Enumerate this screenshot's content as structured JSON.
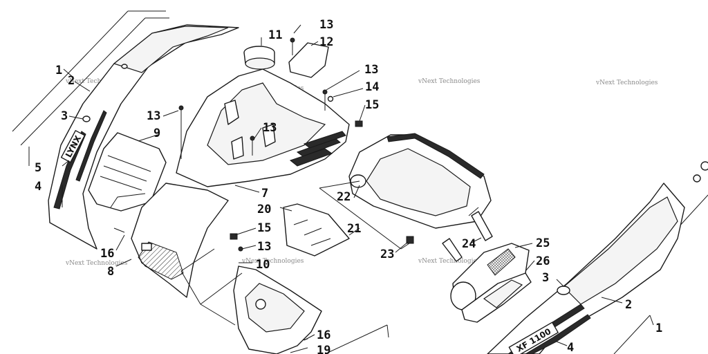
{
  "watermark": "vNext Technologies",
  "badges": {
    "left_brand": "LYNX",
    "right_model": "XF 1100"
  },
  "callouts": [
    {
      "id": "c1a",
      "label": "1"
    },
    {
      "id": "c2a",
      "label": "2"
    },
    {
      "id": "c3a",
      "label": "3"
    },
    {
      "id": "c4a",
      "label": "4"
    },
    {
      "id": "c5",
      "label": "5"
    },
    {
      "id": "c7",
      "label": "7"
    },
    {
      "id": "c8",
      "label": "8"
    },
    {
      "id": "c9",
      "label": "9"
    },
    {
      "id": "c10",
      "label": "10"
    },
    {
      "id": "c11",
      "label": "11"
    },
    {
      "id": "c12",
      "label": "12"
    },
    {
      "id": "c13a",
      "label": "13"
    },
    {
      "id": "c13b",
      "label": "13"
    },
    {
      "id": "c13c",
      "label": "13"
    },
    {
      "id": "c13d",
      "label": "13"
    },
    {
      "id": "c13e",
      "label": "13"
    },
    {
      "id": "c14",
      "label": "14"
    },
    {
      "id": "c15a",
      "label": "15"
    },
    {
      "id": "c15b",
      "label": "15"
    },
    {
      "id": "c16a",
      "label": "16"
    },
    {
      "id": "c16b",
      "label": "16"
    },
    {
      "id": "c19",
      "label": "19"
    },
    {
      "id": "c20",
      "label": "20"
    },
    {
      "id": "c21",
      "label": "21"
    },
    {
      "id": "c22",
      "label": "22"
    },
    {
      "id": "c23",
      "label": "23"
    },
    {
      "id": "c24",
      "label": "24"
    },
    {
      "id": "c25",
      "label": "25"
    },
    {
      "id": "c26",
      "label": "26"
    },
    {
      "id": "c1b",
      "label": "1"
    },
    {
      "id": "c2b",
      "label": "2"
    },
    {
      "id": "c3b",
      "label": "3"
    },
    {
      "id": "c4b",
      "label": "4"
    }
  ]
}
